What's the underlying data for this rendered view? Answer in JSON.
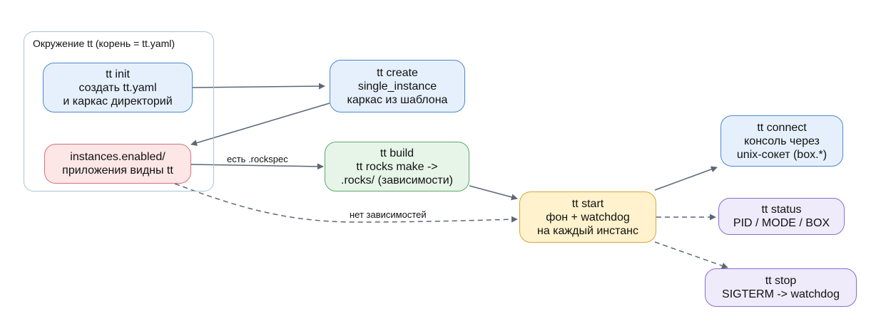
{
  "cluster": {
    "label": "Окружение tt (корень = tt.yaml)"
  },
  "nodes": {
    "init": {
      "lines": [
        "tt init",
        "создать tt.yaml",
        "и каркас директорий"
      ]
    },
    "create": {
      "lines": [
        "tt create",
        "single_instance",
        "каркас из шаблона"
      ]
    },
    "enabled": {
      "lines": [
        "instances.enabled/",
        "приложения видны tt"
      ]
    },
    "build": {
      "lines": [
        "tt build",
        "tt rocks make ->",
        ".rocks/ (зависимости)"
      ]
    },
    "start": {
      "lines": [
        "tt start",
        "фон + watchdog",
        "на каждый инстанс"
      ]
    },
    "connect": {
      "lines": [
        "tt connect",
        "консоль через",
        "unix-сокет (box.*)"
      ]
    },
    "status": {
      "lines": [
        "tt status",
        "PID / MODE / BOX"
      ]
    },
    "stop": {
      "lines": [
        "tt stop",
        "SIGTERM -> watchdog"
      ]
    }
  },
  "edge_labels": {
    "rockspec": "есть .rockspec",
    "no_deps": "нет зависимостей"
  },
  "colors": {
    "edge": "#5b6778",
    "blue": "#4a89cf",
    "red": "#d9707a",
    "green": "#5aa86a",
    "yellow": "#d9a53c",
    "purple": "#8a6ccf"
  }
}
